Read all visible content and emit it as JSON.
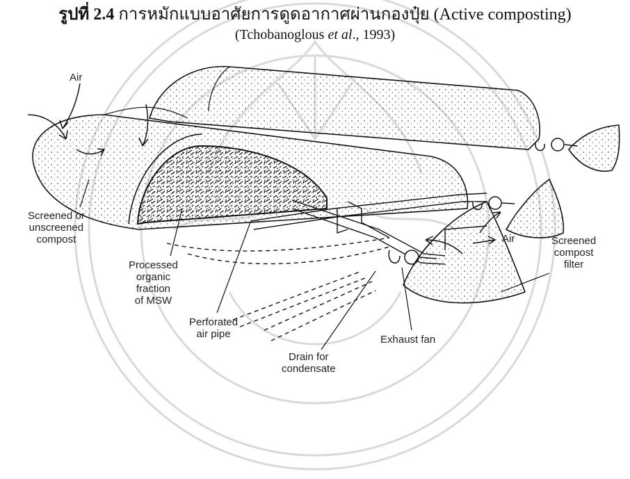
{
  "labels": {
    "air_top": "Air",
    "compost": [
      "Screened or",
      "unscreened",
      "compost"
    ],
    "processed": [
      "Processed",
      "organic",
      "fraction",
      "of MSW"
    ],
    "pipe": [
      "Perforated",
      "air pipe"
    ],
    "drain": [
      "Drain for",
      "condensate"
    ],
    "fan": "Exhaust fan",
    "air_filter": "Air",
    "filter": [
      "Screened",
      "compost",
      "filter"
    ]
  },
  "caption": {
    "prefix": "รูปที่ 2.4",
    "text": " การหมักแบบอาศัยการดูดอากาศผ่านกองปุ๋ย (Active composting)",
    "cite_author": "(Tchobanoglous ",
    "cite_etal": "et al",
    "cite_year": "., 1993)"
  },
  "colors": {
    "ink": "#1a1a1a",
    "watermark": "#d6d6d6"
  }
}
